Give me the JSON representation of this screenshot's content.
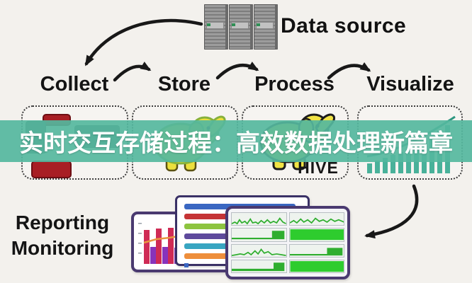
{
  "banner": {
    "text": "实时交互存储过程：高效数据处理新篇章",
    "bg_color": "#55b79e",
    "text_color": "#ffffff"
  },
  "source": {
    "label": "Data source",
    "icon": "server-rack-icon"
  },
  "stages": [
    {
      "label": "Collect",
      "icon": "red-blocks-icon"
    },
    {
      "label": "Store",
      "icon": "hadoop-elephant-icon"
    },
    {
      "label": "Process",
      "icon": "hive-elephant-icon",
      "caption": "HIVE"
    },
    {
      "label": "Visualize",
      "icon": "bar-chart-icon"
    }
  ],
  "outputs": {
    "line1": "Reporting",
    "line2": "Monitoring"
  },
  "colors": {
    "arrow": "#1a1a1a",
    "banner_teal": "#55b79e",
    "viz_bar": "#49b19a",
    "flume_red": "#a81e24",
    "hadoop_yellow": "#eddf3d",
    "hive_yellow": "#f1e345",
    "window_border": "#4a3a70",
    "monitor_green": "#2fae2f",
    "hbar_colors": [
      "#3a67c2",
      "#c53436",
      "#8dc440",
      "#5e4a9c",
      "#38a5c1",
      "#ee8e3b"
    ]
  }
}
